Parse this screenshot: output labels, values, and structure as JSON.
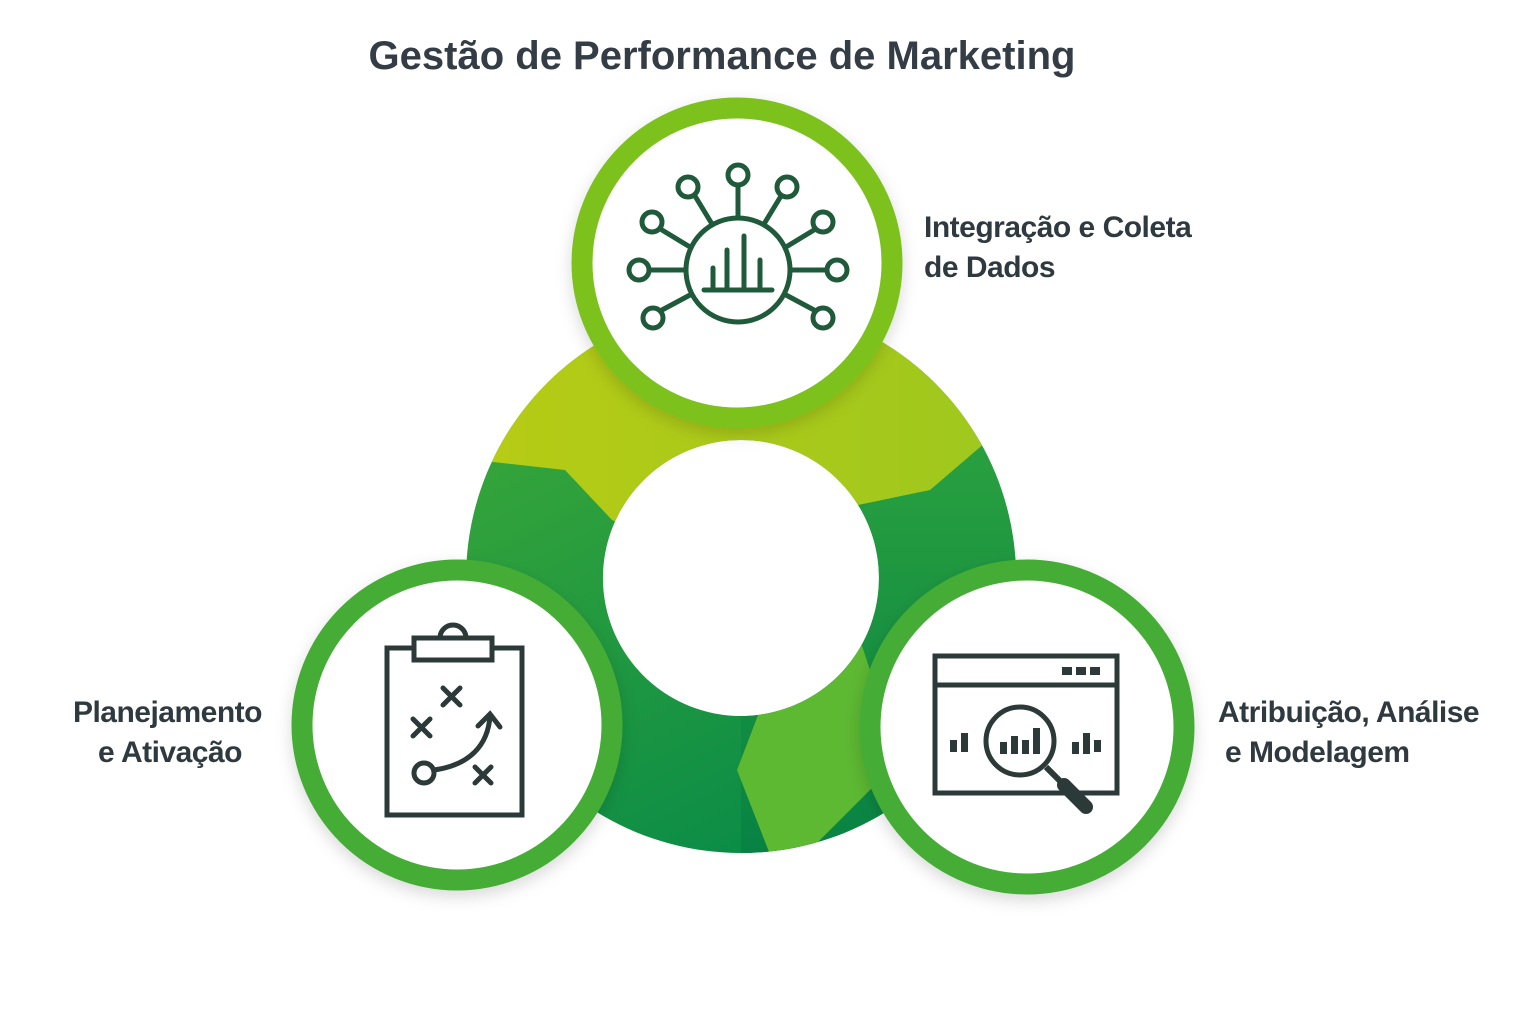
{
  "title": "Gestão de Performance de Marketing",
  "stages": [
    {
      "lines": [
        "Integração e Coleta",
        "de Dados"
      ],
      "icon": "data-network-icon",
      "color": "#7cc11f"
    },
    {
      "lines": [
        "Atribuição, Análise",
        "e Modelagem"
      ],
      "icon": "analytics-magnifier-icon",
      "color": "#45ad35"
    },
    {
      "lines": [
        "Planejamento",
        "e Ativação"
      ],
      "icon": "strategy-clipboard-icon",
      "color": "#45ad35"
    }
  ],
  "colors": {
    "text": "#2f3a40",
    "icon": "#1f5a3a",
    "ring_top": "#a8c81a",
    "ring_right": "#0b9447",
    "ring_bottom": "#5db832",
    "ring_left": "#3aa63a"
  }
}
